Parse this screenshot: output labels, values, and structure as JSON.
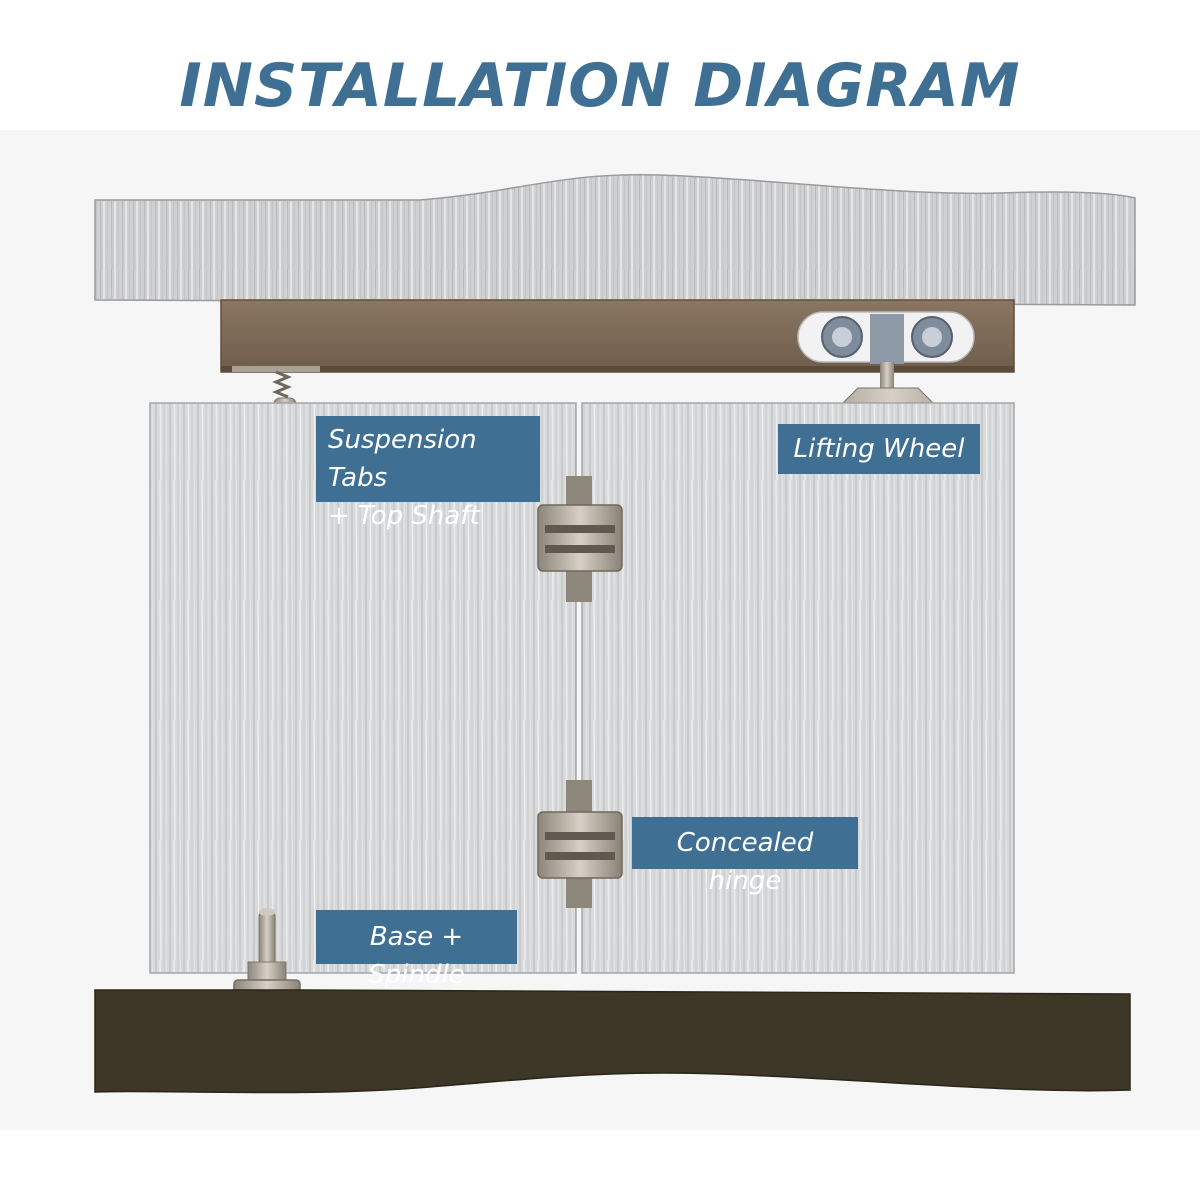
{
  "title": "INSTALLATION DIAGRAM",
  "labels": {
    "suspension": "Suspension Tabs\n+ Top Shaft",
    "lifting_wheel": "Lifting Wheel",
    "concealed_hinge": "Concealed hinge",
    "base_spindle": "Base + Spindle"
  },
  "colors": {
    "title": "#3f6f93",
    "label_bg": "#3f6f93",
    "label_text": "#ffffff",
    "ceiling_wood": "#c9cacc",
    "track": "#7d6a58",
    "floor": "#3d3728",
    "door_panel": "#d9d9db",
    "hardware": "#a59e94"
  }
}
